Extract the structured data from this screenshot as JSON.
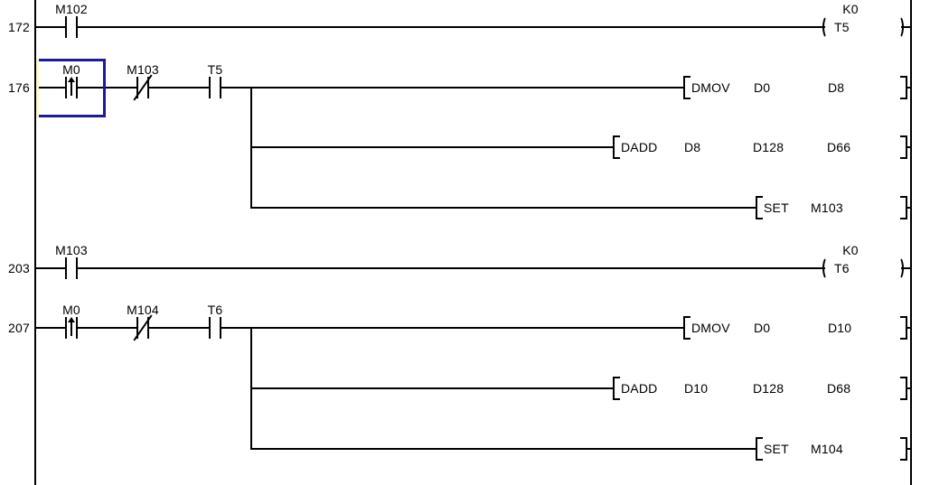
{
  "ladder": {
    "colors": {
      "background": "#ffffff",
      "wire": "#000000",
      "text": "#000000",
      "cursor_border": "#1b1b97",
      "cursor_left_edge": "#fdfac3"
    },
    "rungs": [
      {
        "step": "172",
        "contacts": [
          {
            "label": "M102",
            "type": "no"
          }
        ],
        "coil": {
          "operand": "T5",
          "preset": "K0"
        }
      },
      {
        "step": "176",
        "cursor_on": "M0",
        "contacts": [
          {
            "label": "M0",
            "type": "rising"
          },
          {
            "label": "M103",
            "type": "nc"
          },
          {
            "label": "T5",
            "type": "no"
          }
        ],
        "branches": [
          {
            "name": "DMOV",
            "operands": [
              "D0",
              "D8"
            ]
          },
          {
            "name": "DADD",
            "operands": [
              "D8",
              "D128",
              "D66"
            ]
          },
          {
            "name": "SET",
            "operands": [
              "M103"
            ]
          }
        ]
      },
      {
        "step": "203",
        "contacts": [
          {
            "label": "M103",
            "type": "no"
          }
        ],
        "coil": {
          "operand": "T6",
          "preset": "K0"
        }
      },
      {
        "step": "207",
        "contacts": [
          {
            "label": "M0",
            "type": "rising"
          },
          {
            "label": "M104",
            "type": "nc"
          },
          {
            "label": "T6",
            "type": "no"
          }
        ],
        "branches": [
          {
            "name": "DMOV",
            "operands": [
              "D0",
              "D10"
            ]
          },
          {
            "name": "DADD",
            "operands": [
              "D10",
              "D128",
              "D68"
            ]
          },
          {
            "name": "SET",
            "operands": [
              "M104"
            ]
          }
        ]
      }
    ]
  }
}
